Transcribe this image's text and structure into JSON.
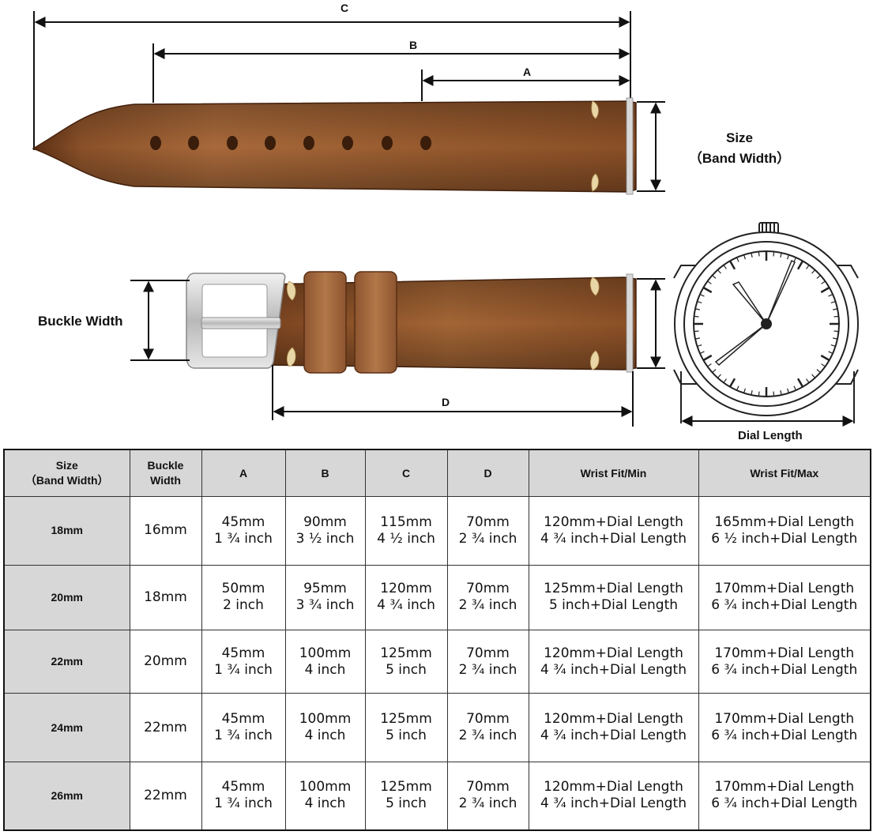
{
  "diagram": {
    "labels": {
      "a": "A",
      "b": "B",
      "c": "C",
      "d": "D"
    },
    "size_label_line1": "Size",
    "size_label_line2": "（Band Width）",
    "buckle_width_label": "Buckle Width",
    "dial_length_label": "Dial Length",
    "colors": {
      "leather_dark": "#6b3a1c",
      "leather_mid": "#9a5d30",
      "leather_light": "#b87d48",
      "stitch": "#e9d6a6",
      "buckle": "#c4c4c4",
      "watch_outline": "#222222"
    }
  },
  "table": {
    "headers": [
      {
        "line1": "Size",
        "line2": "（Band Width）"
      },
      {
        "line1": "Buckle",
        "line2": "Width"
      },
      {
        "line1": "A",
        "line2": ""
      },
      {
        "line1": "B",
        "line2": ""
      },
      {
        "line1": "C",
        "line2": ""
      },
      {
        "line1": "D",
        "line2": ""
      },
      {
        "line1": "Wrist Fit/Min",
        "line2": ""
      },
      {
        "line1": "Wrist Fit/Max",
        "line2": ""
      }
    ],
    "rows": [
      {
        "size": "18mm",
        "buckle": "16mm",
        "a": [
          "45mm",
          "1 ¾ inch"
        ],
        "b": [
          "90mm",
          "3 ½ inch"
        ],
        "c": [
          "115mm",
          "4 ½ inch"
        ],
        "d": [
          "70mm",
          "2 ¾ inch"
        ],
        "min": [
          "120mm+Dial Length",
          "4 ¾ inch+Dial Length"
        ],
        "max": [
          "165mm+Dial Length",
          "6 ½ inch+Dial Length"
        ]
      },
      {
        "size": "20mm",
        "buckle": "18mm",
        "a": [
          "50mm",
          "2 inch"
        ],
        "b": [
          "95mm",
          "3 ¾ inch"
        ],
        "c": [
          "120mm",
          "4 ¾ inch"
        ],
        "d": [
          "70mm",
          "2 ¾ inch"
        ],
        "min": [
          "125mm+Dial Length",
          "5  inch+Dial Length"
        ],
        "max": [
          "170mm+Dial Length",
          "6 ¾ inch+Dial Length"
        ]
      },
      {
        "size": "22mm",
        "buckle": "20mm",
        "a": [
          "45mm",
          "1 ¾ inch"
        ],
        "b": [
          "100mm",
          "4 inch"
        ],
        "c": [
          "125mm",
          "5 inch"
        ],
        "d": [
          "70mm",
          "2 ¾ inch"
        ],
        "min": [
          "120mm+Dial Length",
          "4 ¾ inch+Dial Length"
        ],
        "max": [
          "170mm+Dial Length",
          "6 ¾ inch+Dial Length"
        ]
      },
      {
        "size": "24mm",
        "buckle": "22mm",
        "a": [
          "45mm",
          "1 ¾ inch"
        ],
        "b": [
          "100mm",
          "4 inch"
        ],
        "c": [
          "125mm",
          "5 inch"
        ],
        "d": [
          "70mm",
          "2 ¾ inch"
        ],
        "min": [
          "120mm+Dial Length",
          "4 ¾ inch+Dial Length"
        ],
        "max": [
          "170mm+Dial Length",
          "6 ¾ inch+Dial Length"
        ]
      },
      {
        "size": "26mm",
        "buckle": "22mm",
        "a": [
          "45mm",
          "1 ¾ inch"
        ],
        "b": [
          "100mm",
          "4 inch"
        ],
        "c": [
          "125mm",
          "5 inch"
        ],
        "d": [
          "70mm",
          "2 ¾ inch"
        ],
        "min": [
          "120mm+Dial Length",
          "4 ¾ inch+Dial Length"
        ],
        "max": [
          "170mm+Dial Length",
          "6 ¾ inch+Dial Length"
        ]
      }
    ]
  }
}
